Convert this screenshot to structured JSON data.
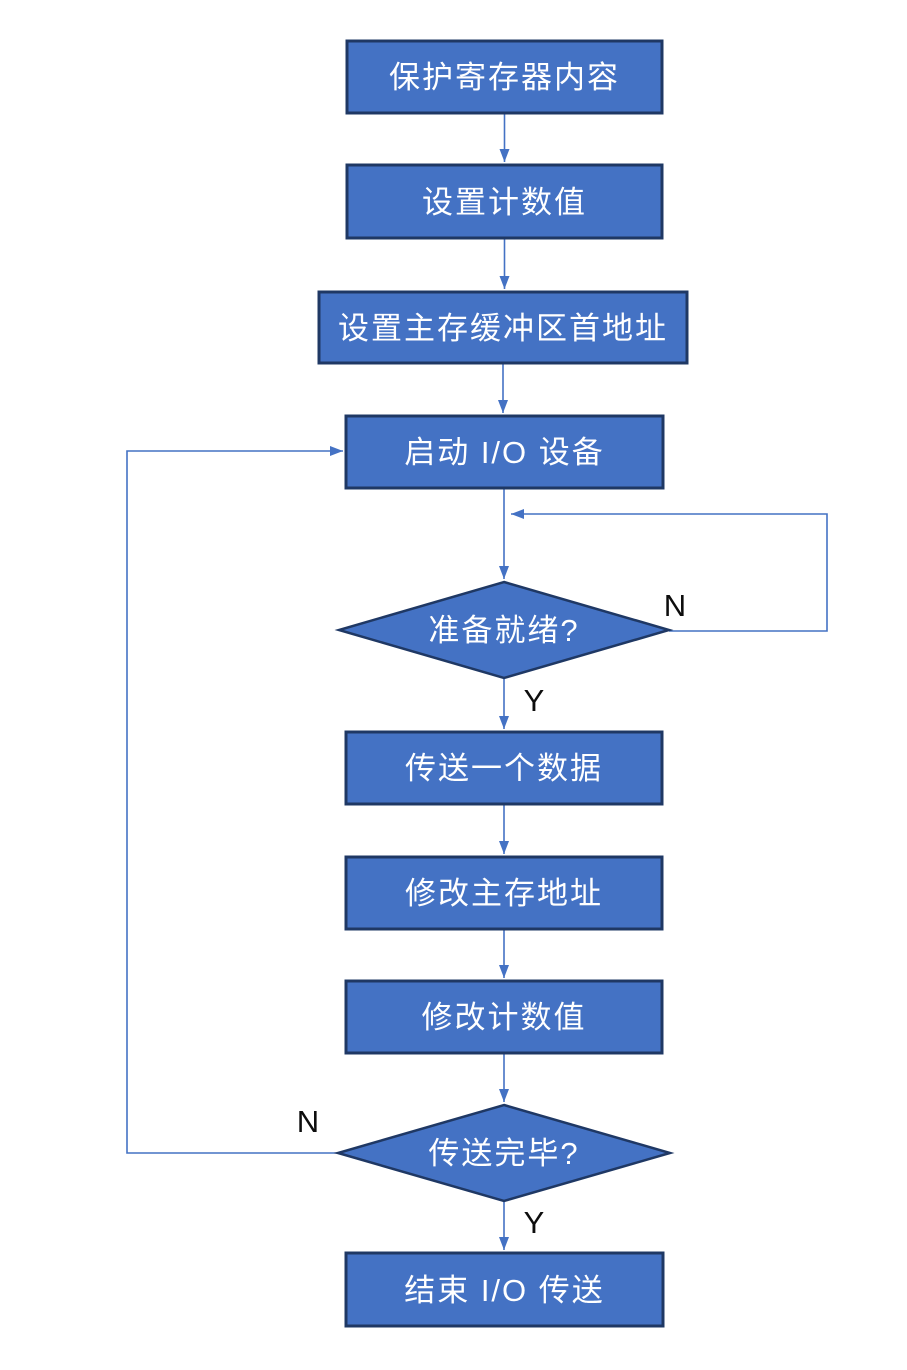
{
  "diagram": {
    "type": "flowchart",
    "background": "#ffffff",
    "colors": {
      "node_fill": "#4472C4",
      "node_border": "#1F3864",
      "connector": "#4472C4",
      "node_text": "#ffffff",
      "branch_label_text": "#0d0d0d"
    },
    "nodes": [
      {
        "id": "n1",
        "type": "process",
        "label": "保护寄存器内容"
      },
      {
        "id": "n2",
        "type": "process",
        "label": "设置计数值"
      },
      {
        "id": "n3",
        "type": "process",
        "label": "设置主存缓冲区首地址"
      },
      {
        "id": "n4",
        "type": "process",
        "label": "启动 I/O 设备"
      },
      {
        "id": "d1",
        "type": "decision",
        "label": "准备就绪?"
      },
      {
        "id": "n5",
        "type": "process",
        "label": "传送一个数据"
      },
      {
        "id": "n6",
        "type": "process",
        "label": "修改主存地址"
      },
      {
        "id": "n7",
        "type": "process",
        "label": "修改计数值"
      },
      {
        "id": "d2",
        "type": "decision",
        "label": "传送完毕?"
      },
      {
        "id": "n8",
        "type": "process",
        "label": "结束 I/O 传送"
      }
    ],
    "edges": [
      {
        "from": "n1",
        "to": "n2",
        "label": ""
      },
      {
        "from": "n2",
        "to": "n3",
        "label": ""
      },
      {
        "from": "n3",
        "to": "n4",
        "label": ""
      },
      {
        "from": "n4",
        "to": "d1",
        "label": ""
      },
      {
        "from": "d1",
        "to": "n5",
        "label": "Y"
      },
      {
        "from": "n5",
        "to": "n6",
        "label": ""
      },
      {
        "from": "n6",
        "to": "n7",
        "label": ""
      },
      {
        "from": "n7",
        "to": "d2",
        "label": ""
      },
      {
        "from": "d2",
        "to": "n8",
        "label": "Y"
      },
      {
        "from": "d1",
        "to": "d1",
        "label": "N",
        "route": "right-loop-back-to-decision-input"
      },
      {
        "from": "d2",
        "to": "n4",
        "label": "N",
        "route": "left-loop-back-to-start-io"
      }
    ]
  }
}
